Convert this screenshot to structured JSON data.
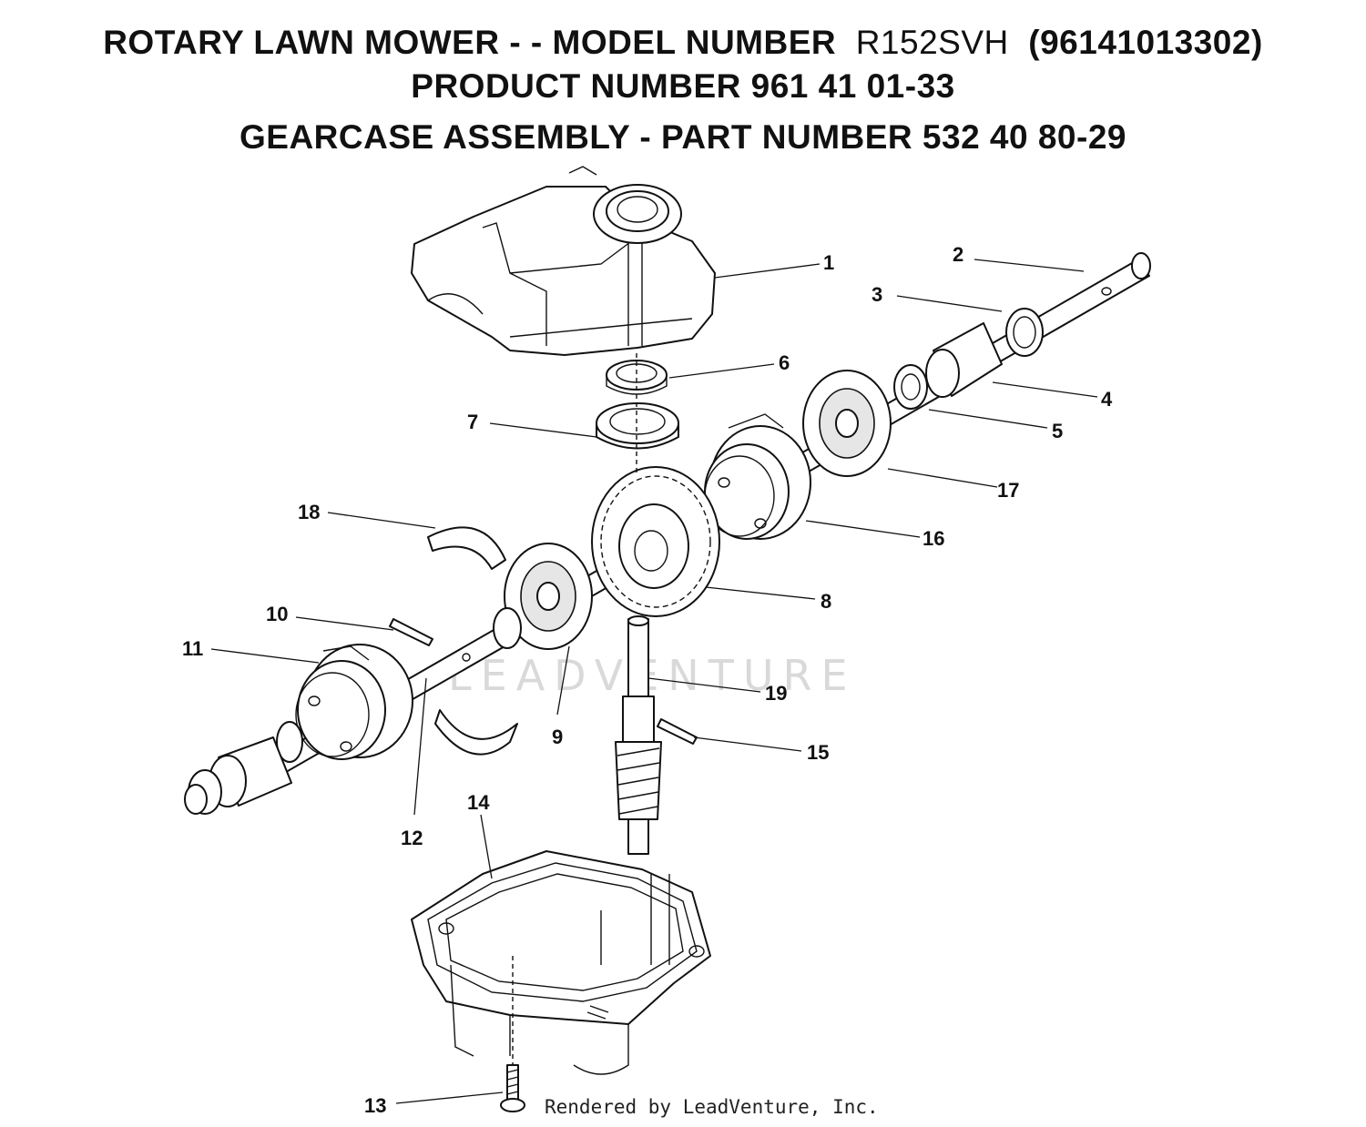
{
  "header": {
    "line1_prefix": "ROTARY LAWN MOWER - - MODEL NUMBER",
    "line1_model": "R152SVH",
    "line1_suffix": "(96141013302)",
    "line2": "PRODUCT NUMBER 961 41 01-33",
    "line3": "GEARCASE ASSEMBLY - PART NUMBER 532 40 80-29"
  },
  "callouts": [
    "1",
    "2",
    "3",
    "4",
    "5",
    "6",
    "7",
    "8",
    "9",
    "10",
    "11",
    "12",
    "13",
    "14",
    "15",
    "16",
    "17",
    "18",
    "19"
  ],
  "watermark": "LEADVENTURE",
  "footer": {
    "credit": "Rendered by LeadVenture, Inc."
  }
}
